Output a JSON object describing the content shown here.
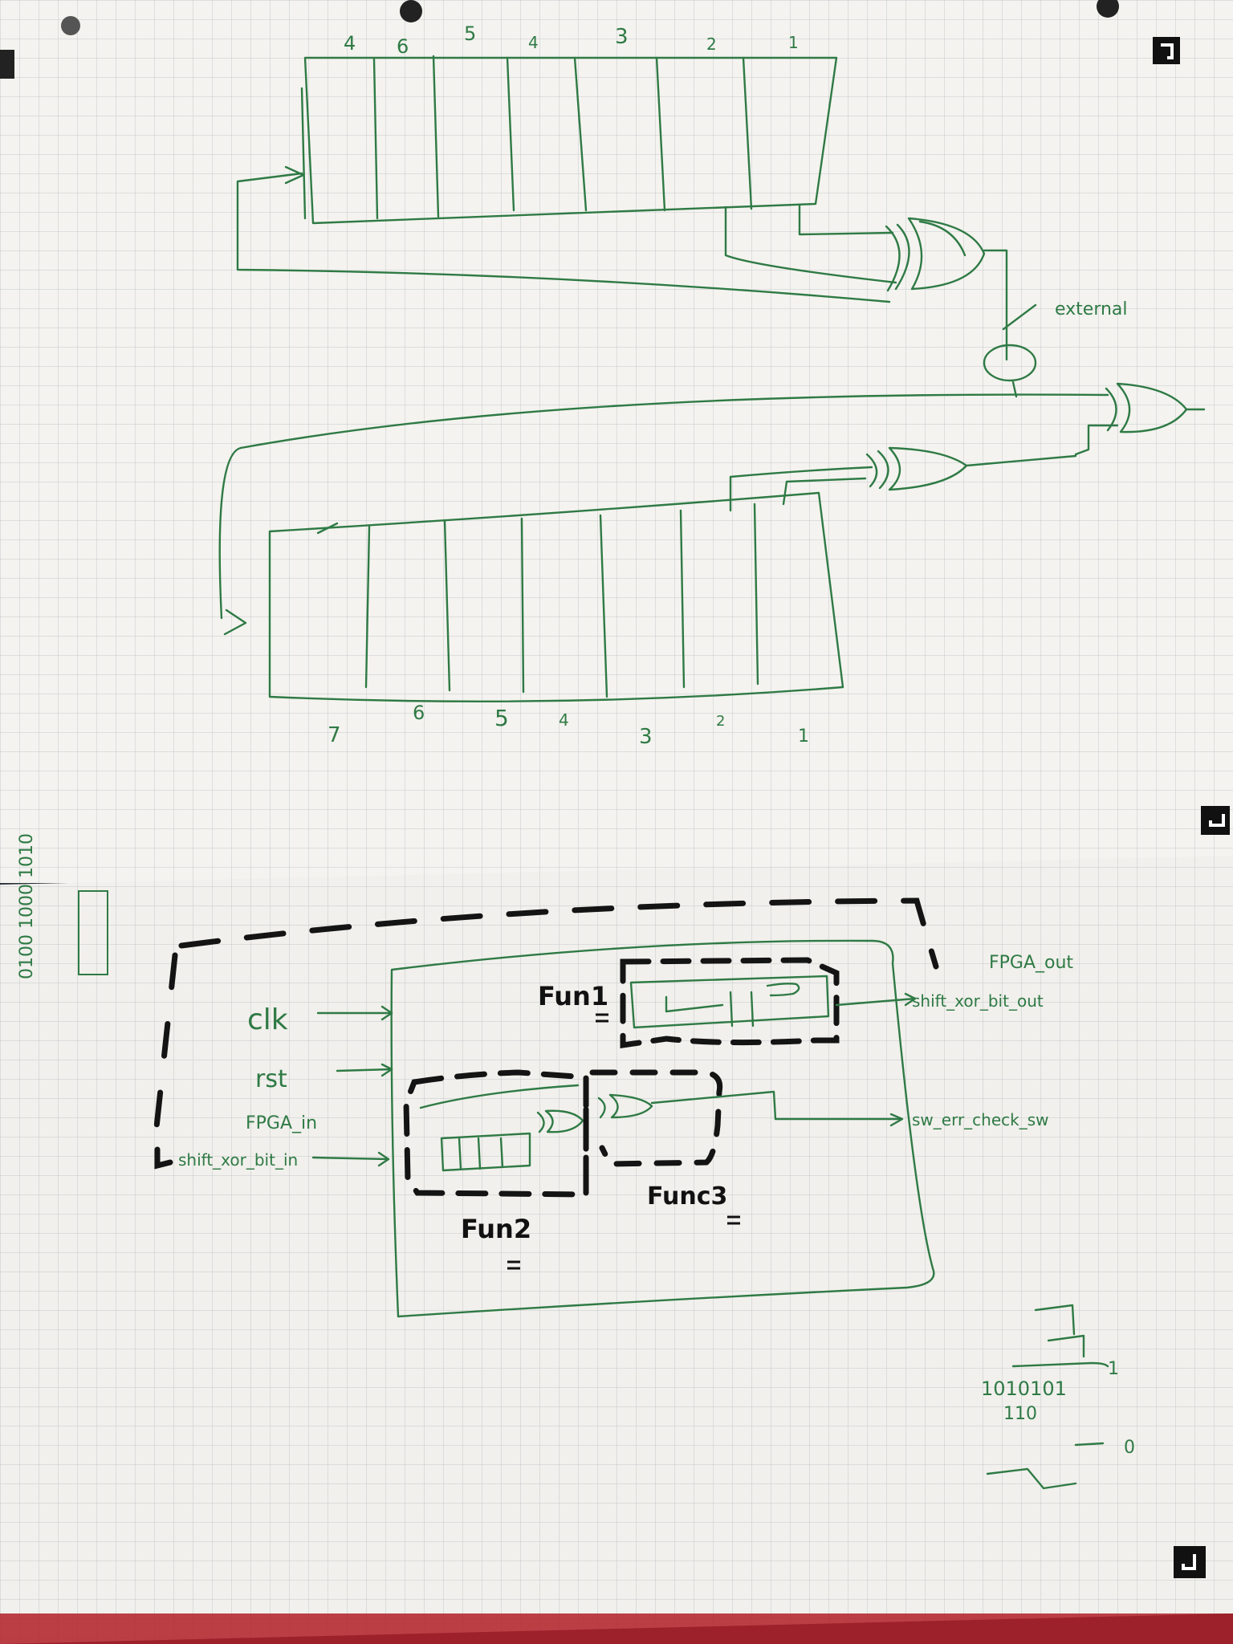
{
  "top_register": {
    "labels": [
      "4",
      "6",
      "5",
      "4",
      "3",
      "2",
      "1"
    ],
    "external_label": "external"
  },
  "bottom_register": {
    "labels": [
      "7",
      "6",
      "5",
      "4",
      "3",
      "2",
      "1"
    ]
  },
  "block": {
    "inputs": [
      "clk",
      "rst",
      "FPGA_in",
      "shift_xor_bit_in"
    ],
    "outputs": [
      "FPGA_out",
      "shift_xor_bit_out",
      "sw_err_check_sw"
    ],
    "func1": "Fun1",
    "func2": "Fun2",
    "func3": "Func3"
  },
  "margin_note": "0100 1000 1010",
  "scratch": {
    "row1": "1010101",
    "row2": "110",
    "result1": "1",
    "result2": "0"
  },
  "colors": {
    "ink_green": "#2f7a45",
    "ink_black": "#141414",
    "paper": "#f3f2ee",
    "grid": "#c9ccd0"
  }
}
